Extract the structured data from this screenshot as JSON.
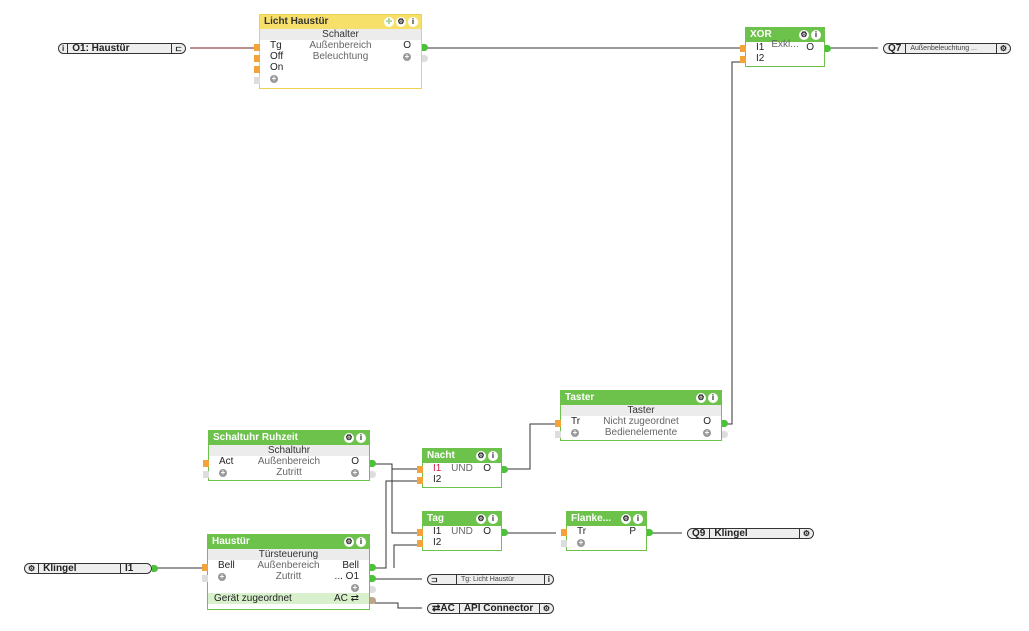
{
  "blocks": {
    "licht_haustuer": {
      "title": "Licht Haustür",
      "type": "Schalter",
      "inputs": [
        "Tg",
        "Off",
        "On"
      ],
      "center": [
        "Außenbereich",
        "Beleuchtung"
      ],
      "output": "O"
    },
    "xor": {
      "title": "XOR",
      "inputs": [
        "I1",
        "I2"
      ],
      "center": "Exkl...",
      "output": "O"
    },
    "taster": {
      "title": "Taster",
      "type": "Taster",
      "input": "Tr",
      "center": [
        "Nicht zugeordnet",
        "Bedienelemente"
      ],
      "output": "O"
    },
    "schaltuhr": {
      "title": "Schaltuhr Ruhzeit",
      "type": "Schaltuhr",
      "input": "Act",
      "center": [
        "Außenbereich",
        "Zutritt"
      ],
      "output": "O"
    },
    "nacht": {
      "title": "Nacht",
      "inputs": [
        "I1",
        "I2"
      ],
      "center": "UND",
      "output": "O"
    },
    "tag": {
      "title": "Tag",
      "inputs": [
        "I1",
        "I2"
      ],
      "center": "UND",
      "output": "O"
    },
    "flanke": {
      "title": "Flanke...",
      "input": "Tr",
      "output": "P"
    },
    "haustuer": {
      "title": "Haustür",
      "type": "Türsteuerung",
      "input": "Bell",
      "center": [
        "Außenbereich",
        "Zutritt"
      ],
      "outputs": [
        "Bell",
        "... O1"
      ],
      "footer": "Gerät zugeordnet",
      "footer_right": "AC ⇄"
    }
  },
  "io": {
    "o1": {
      "label": "O1: Haustür",
      "icon": "info",
      "end_icon": "output-icon"
    },
    "q7": {
      "id": "Q7",
      "label": "Außenbeleuchtung ..."
    },
    "q9": {
      "id": "Q9",
      "label": "Klingel"
    },
    "klingel": {
      "label": "Klingel",
      "id": "I1"
    },
    "tg_licht": {
      "label": "Tg: Licht Haustür"
    },
    "api": {
      "id": "⇄AC",
      "label": "API Connector"
    }
  },
  "icons": {
    "settings": "⚙",
    "info": "i",
    "move": "✛",
    "plus": "+"
  }
}
